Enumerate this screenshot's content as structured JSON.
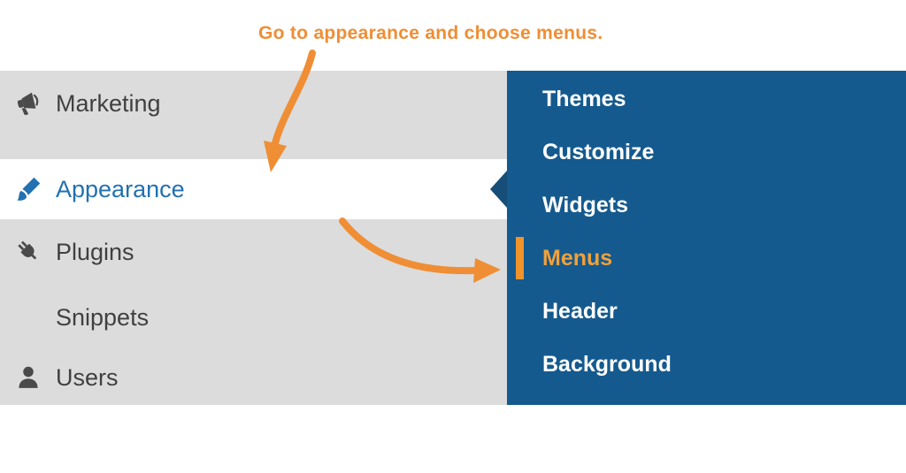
{
  "annotation": {
    "text": "Go to appearance and choose menus.",
    "color": "#ef8e35",
    "arrows": [
      {
        "name": "arrow-to-appearance"
      },
      {
        "name": "arrow-to-menus"
      }
    ]
  },
  "sidebar": {
    "items": [
      {
        "label": "Marketing",
        "icon": "megaphone-icon",
        "active": false
      },
      {
        "label": "Appearance",
        "icon": "paintbrush-icon",
        "active": true
      },
      {
        "label": "Plugins",
        "icon": "plug-icon",
        "active": false
      },
      {
        "label": "Snippets",
        "icon": "none",
        "active": false
      },
      {
        "label": "Users",
        "icon": "user-icon",
        "active": false
      }
    ]
  },
  "submenu": {
    "items": [
      {
        "label": "Themes",
        "active": false
      },
      {
        "label": "Customize",
        "active": false
      },
      {
        "label": "Widgets",
        "active": false
      },
      {
        "label": "Menus",
        "active": true
      },
      {
        "label": "Header",
        "active": false
      },
      {
        "label": "Background",
        "active": false
      }
    ]
  },
  "colors": {
    "annotation_orange": "#ef8e35",
    "sidebar_bg": "#dcdcdc",
    "sidebar_text": "#404040",
    "active_blue": "#2271b1",
    "submenu_bg": "#155a8e",
    "submenu_text": "#ffffff",
    "highlight_orange_text": "#f0a13c",
    "highlight_orange_bar": "#f0932b"
  }
}
